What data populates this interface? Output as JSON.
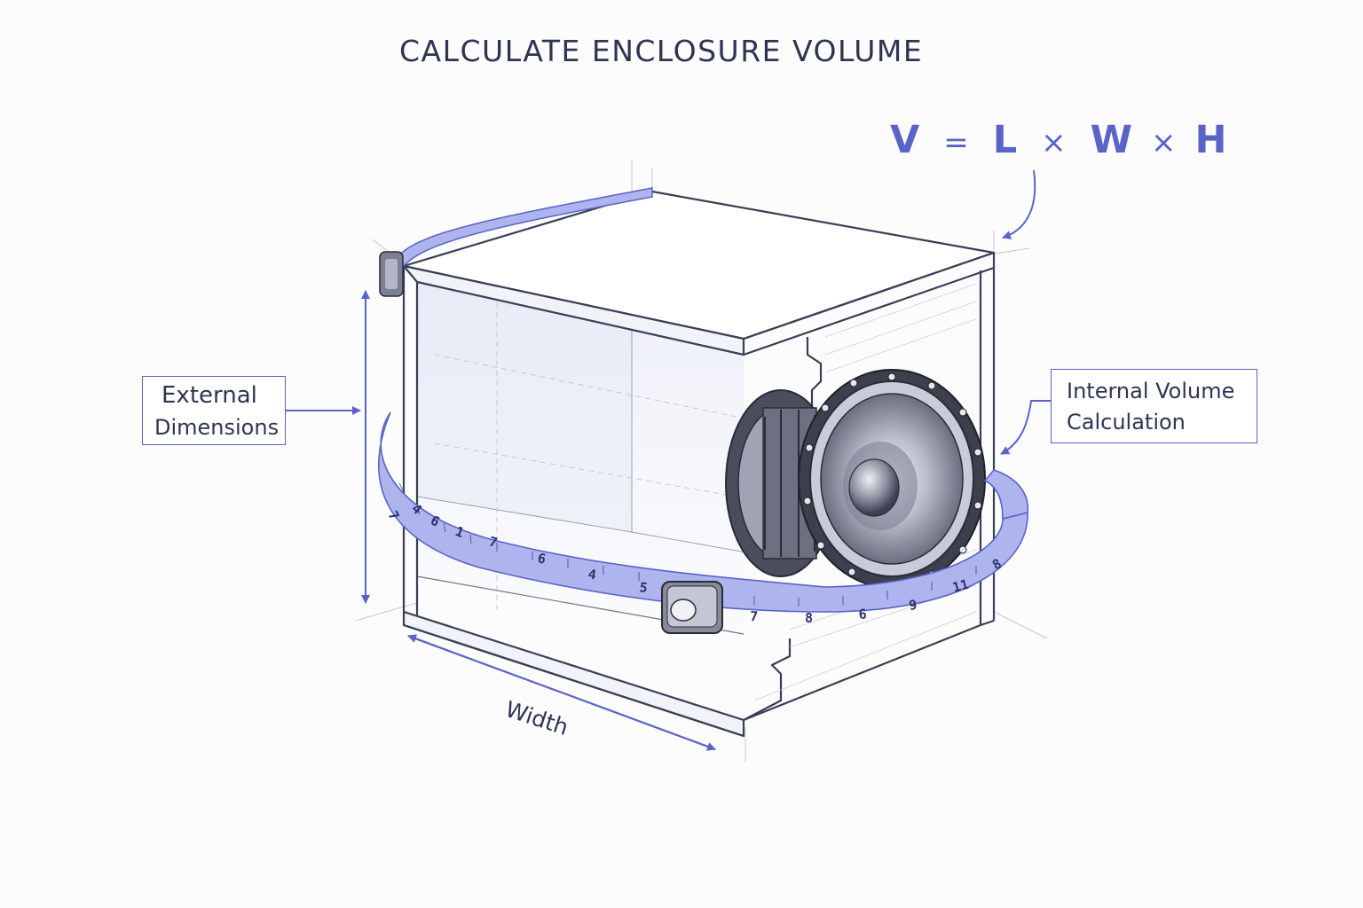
{
  "title": "CALCULATE ENCLOSURE VOLUME",
  "formula": {
    "v": "V",
    "eq": "=",
    "l": "L",
    "x1": "×",
    "w": "W",
    "x2": "×",
    "h": "H"
  },
  "labels": {
    "external_line1": "External",
    "external_line2": "Dimensions",
    "internal_line1": "Internal Volume",
    "internal_line2": "Calculation",
    "width": "Width"
  },
  "tape_numbers_front": [
    "7",
    "4",
    "6",
    "1",
    "7",
    "6",
    "4",
    "5"
  ],
  "tape_numbers_right": [
    "7",
    "8",
    "6",
    "9",
    "11",
    "8"
  ],
  "icons": [
    "tape-measure-icon",
    "speaker-driver-icon",
    "tape-case-icon"
  ],
  "colors": {
    "accent": "#5a64c8",
    "tape_fill": "#aeb4ee",
    "ink": "#2e3550",
    "background": "#fcfcfd"
  }
}
